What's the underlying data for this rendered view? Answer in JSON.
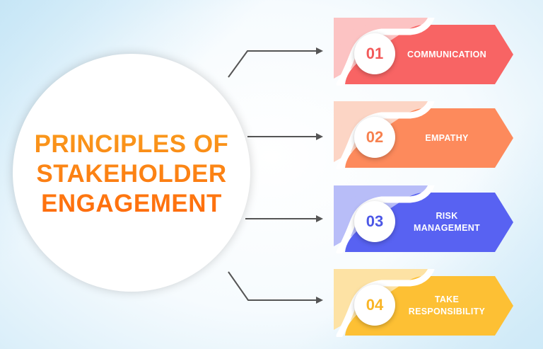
{
  "title": {
    "lines": [
      "PRINCIPLES OF",
      "STAKEHOLDER",
      "ENGAGEMENT"
    ],
    "gradient": [
      "#f99a1c",
      "#ff6a0c"
    ]
  },
  "principles": [
    {
      "number": "01",
      "label": "COMMUNICATION",
      "color": "#f86464",
      "light": "#fcc3c3",
      "numColor": "#f25a5a"
    },
    {
      "number": "02",
      "label": "EMPATHY",
      "color": "#fd8a5c",
      "light": "#fcd5c5",
      "numColor": "#f7814f"
    },
    {
      "number": "03",
      "label": "RISK MANAGEMENT",
      "color": "#5862f2",
      "light": "#b8bdf8",
      "numColor": "#4c57e6"
    },
    {
      "number": "04",
      "label": "TAKE RESPONSIBILITY",
      "color": "#fdc034",
      "light": "#fde2a4",
      "numColor": "#f9b526"
    }
  ],
  "connector_color": "#555555"
}
